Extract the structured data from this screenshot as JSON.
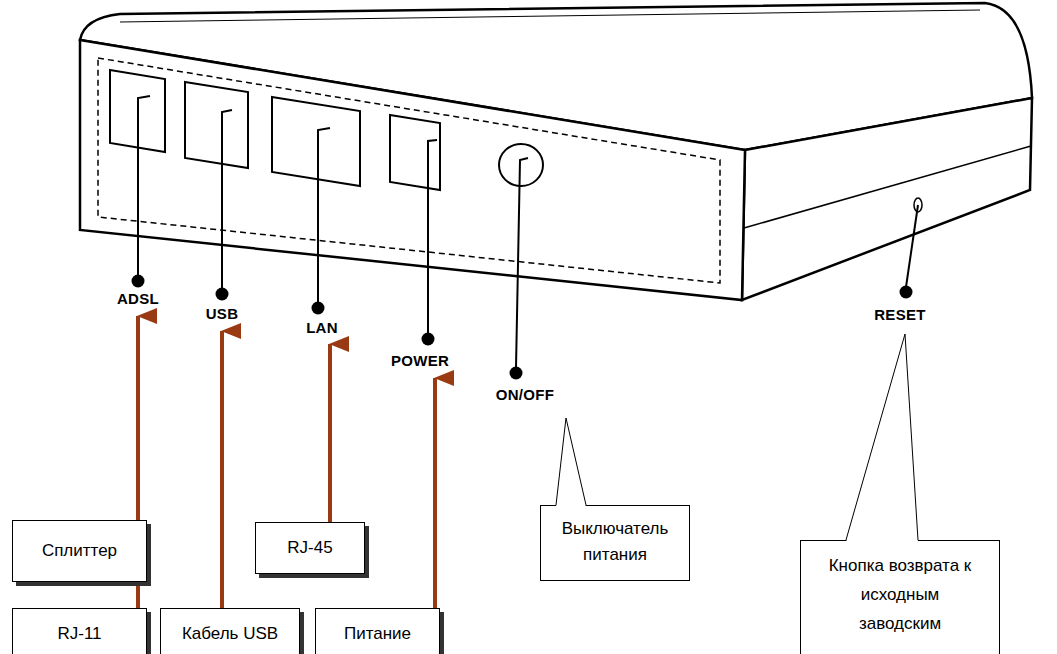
{
  "diagram": {
    "nodes": [
      {
        "text": [
          "Сплиттер"
        ]
      },
      {
        "text": [
          "RJ-45"
        ]
      },
      {
        "text": [
          "Выключатель питания"
        ]
      },
      {
        "text": [
          "Кнопка возврата к исходным заводским"
        ]
      },
      {
        "text": [
          "RJ-11"
        ]
      },
      {
        "text": [
          "Кабель USB"
        ]
      },
      {
        "text": [
          "Питание"
        ]
      }
    ],
    "edges": [
      {
        "from": 4,
        "to": 0,
        "arrow": "none"
      }
    ],
    "labels": [
      "ADSL",
      "USB",
      "LAN",
      "POWER",
      "ON/OFF",
      "RESET"
    ]
  }
}
